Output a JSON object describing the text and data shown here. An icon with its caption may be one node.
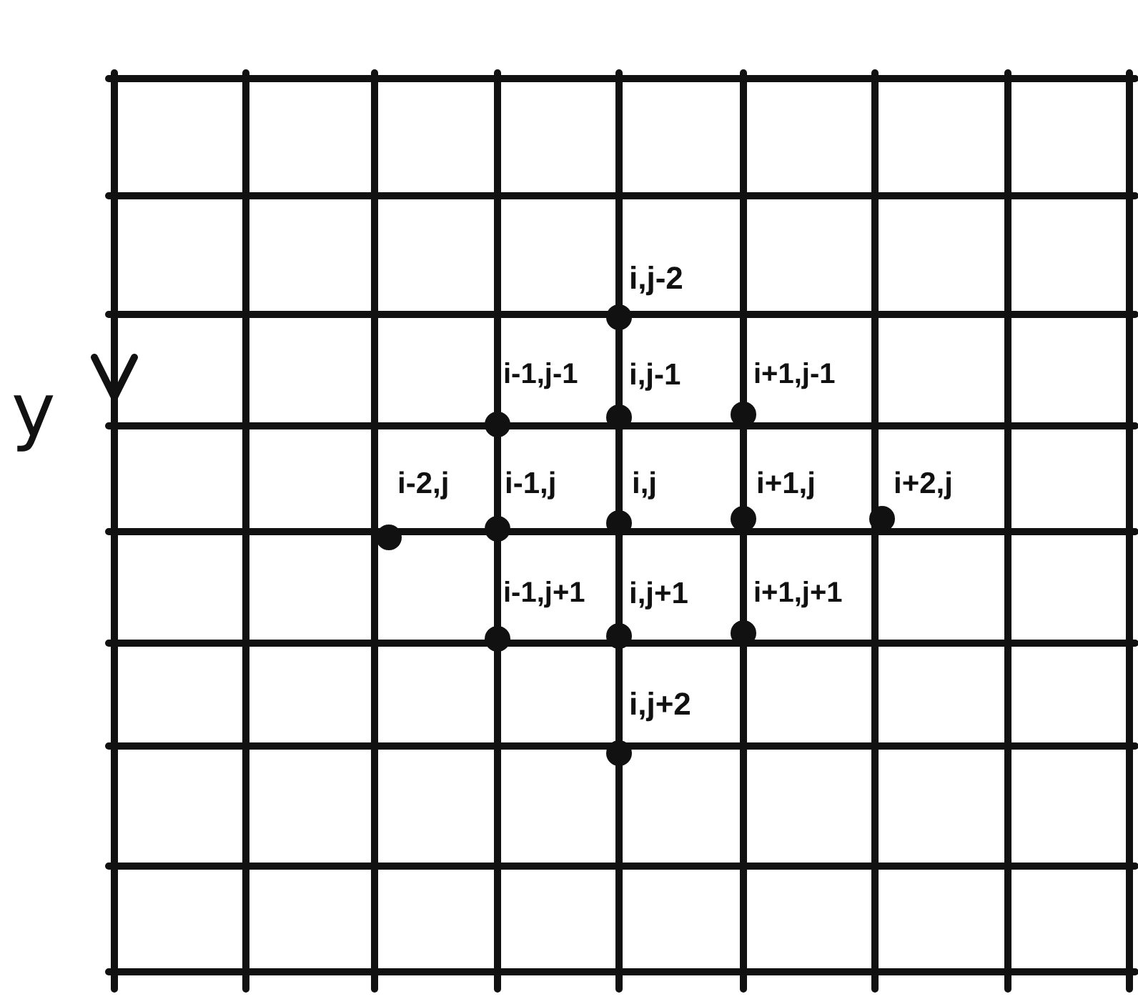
{
  "diagram": {
    "labels": [
      "i,j-2",
      "i-1,j-1",
      "i,j-1",
      "i+1,j-1",
      "y",
      "i-2,j",
      "i-1,j",
      "i,j",
      "i+1,j",
      "i+2,j",
      "i-1,j+1",
      "i,j+1",
      "i+1,j+1",
      "i,j+2"
    ]
  }
}
